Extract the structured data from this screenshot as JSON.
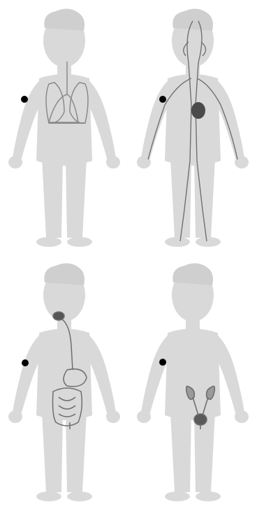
{
  "figures": [
    {
      "id": "respiratory",
      "system_icon": "lungs-icon"
    },
    {
      "id": "circulatory",
      "system_icon": "blood-vessels-icon"
    },
    {
      "id": "digestive",
      "system_icon": "digestive-tract-icon"
    },
    {
      "id": "urinary",
      "system_icon": "kidneys-bladder-icon"
    }
  ],
  "colors": {
    "silhouette": "#d9d9d9",
    "organ_stroke": "#7a7a7a",
    "vessel_red": "#5a5a5a",
    "marker": "#000000"
  }
}
